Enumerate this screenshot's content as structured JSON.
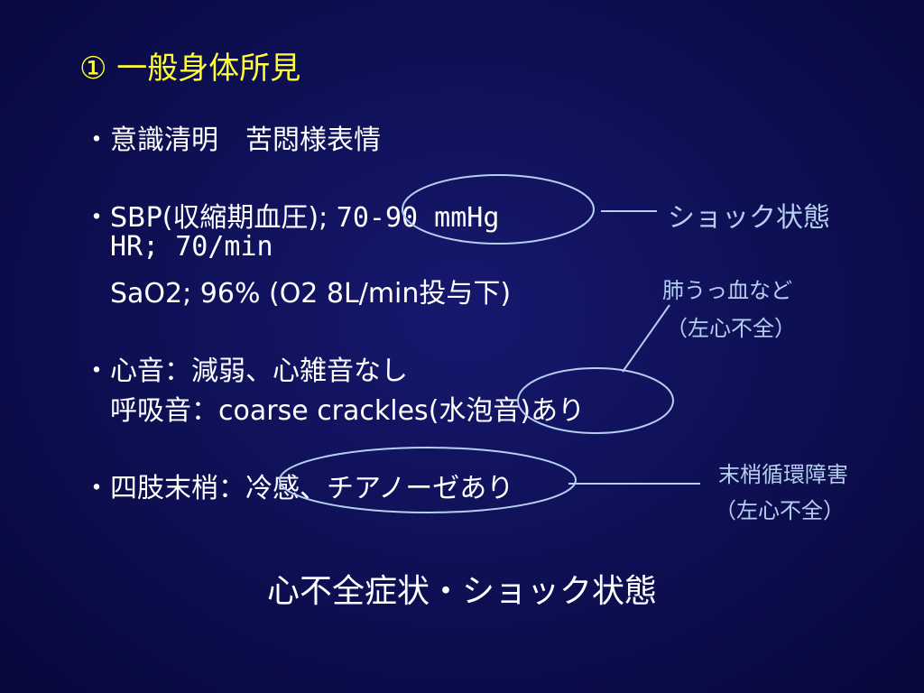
{
  "title": "① 一般身体所見",
  "lines": {
    "consciousness": "・意識清明　苦悶様表情",
    "sbp_prefix": "・SBP(収縮期血圧); ",
    "sbp_value": "70-90 mmHg",
    "hr": "HR; 70/min",
    "sao2": "SaO2; 96% (O2 8L/min投与下)",
    "heart_sound": "・心音：減弱、心雑音なし",
    "breath_prefix": "呼吸音：coarse crackles",
    "breath_highlight": "(水泡音)",
    "breath_suffix": "あり",
    "extremities_prefix": "・四肢末梢：",
    "extremities_highlight": "冷感、チアノーゼあり"
  },
  "annotations": {
    "shock": "ショック状態",
    "pulmonary_congestion": "肺うっ血など",
    "pulmonary_cause": "（左心不全）",
    "peripheral": "末梢循環障害",
    "peripheral_cause": "（左心不全）"
  },
  "summary": "心不全症状・ショック状態",
  "colors": {
    "background": "#0d0f52",
    "title": "#ffff33",
    "body_text": "#ffffff",
    "annotation_text": "#b4cff0",
    "annotation_lines": "#b4cff0"
  }
}
